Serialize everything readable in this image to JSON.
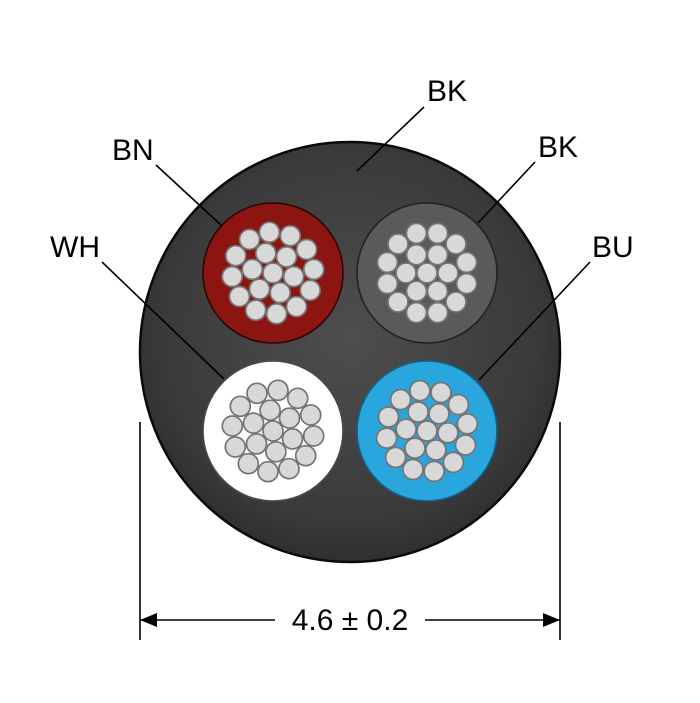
{
  "labels": {
    "jacket": "BK",
    "conductor_black": "BK",
    "conductor_brown": "BN",
    "conductor_white": "WH",
    "conductor_blue": "BU"
  },
  "dimension": {
    "text": "4.6 ± 0.2"
  },
  "colors": {
    "jacket_center": "#4e4e4e",
    "jacket_edge": "#262626",
    "conductor_bn": "#8c1512",
    "conductor_bk": "#5a5a5a",
    "conductor_wh": "#ffffff",
    "conductor_bu": "#2aa6de",
    "strand_fill": "#d8d8d8",
    "strand_stroke": "#747474"
  }
}
